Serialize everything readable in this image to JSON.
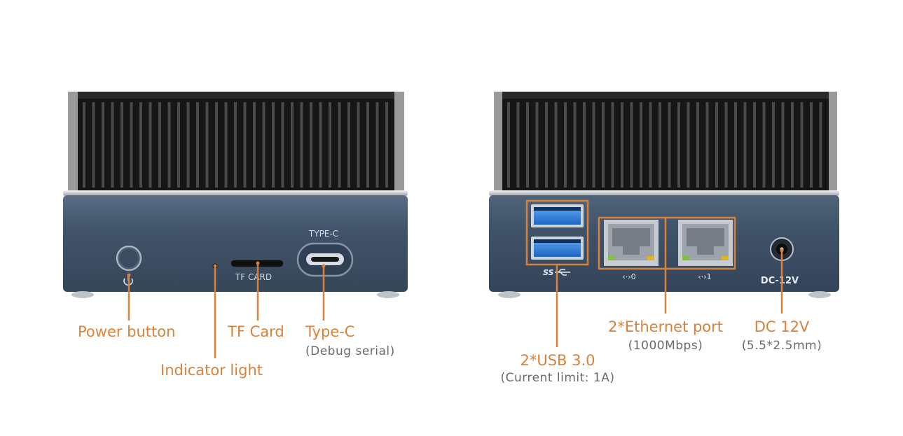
{
  "front": {
    "power_icon": "power-icon",
    "panel_text": {
      "type_c": "TYPE-C",
      "tf_card": "TF CARD"
    },
    "callouts": {
      "power_button": "Power button",
      "indicator_light": "Indicator light",
      "tf_card": "TF Card",
      "type_c": "Type-C",
      "type_c_sub": "(Debug serial)"
    }
  },
  "back": {
    "panel_text": {
      "usb_logo": "SS",
      "eth0": "‹·›0",
      "eth1": "‹·›1",
      "dc": "DC-12V"
    },
    "callouts": {
      "usb": "2*USB 3.0",
      "usb_sub": "(Current limit: 1A)",
      "ethernet": "2*Ethernet port",
      "ethernet_sub": "(1000Mbps)",
      "dc": "DC 12V",
      "dc_sub": "(5.5*2.5mm)"
    }
  },
  "colors": {
    "accent": "#d9823b",
    "body": "#3f5168",
    "heatsink": "#1b1b1b",
    "usb_blue": "#2f7fd6"
  }
}
